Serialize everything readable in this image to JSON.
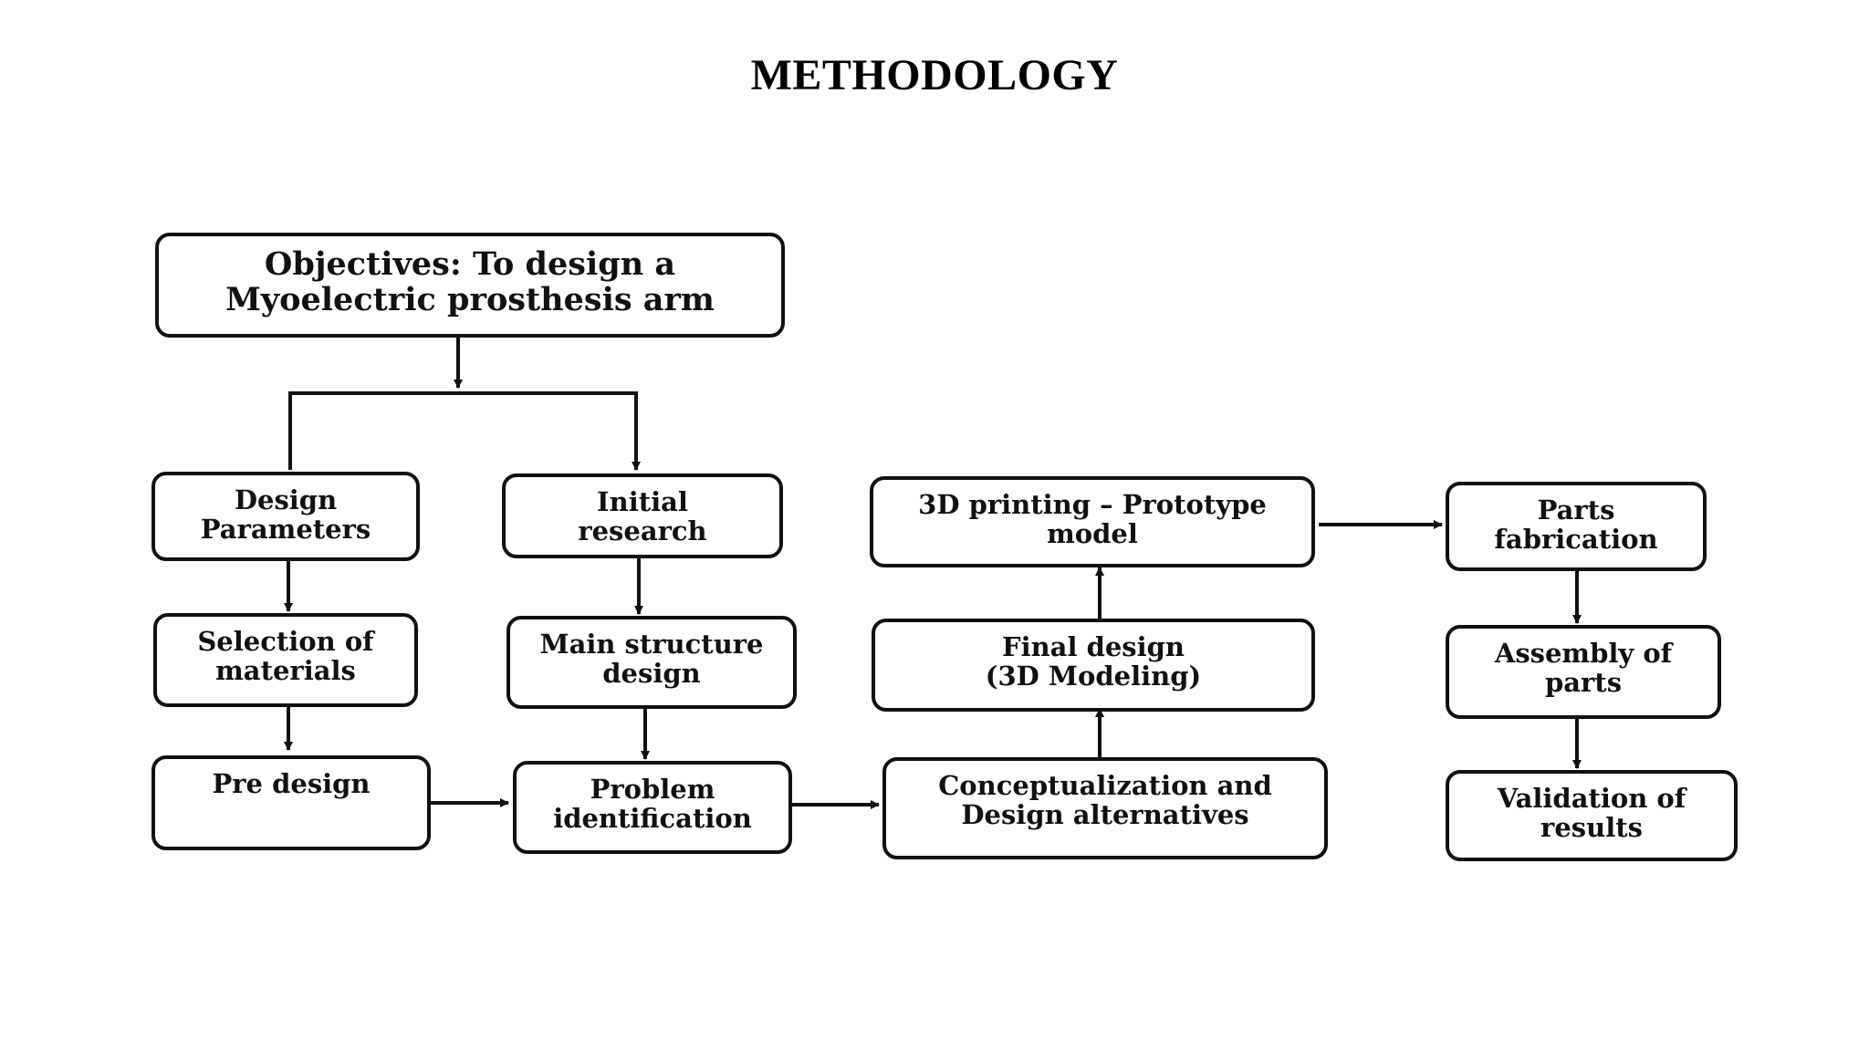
{
  "title": "METHODOLOGY",
  "nodes": {
    "objectives": [
      "Objectives: To design a",
      "Myoelectric prosthesis arm"
    ],
    "design_parameters": [
      "Design",
      "Parameters"
    ],
    "initial_research": [
      "Initial",
      "research"
    ],
    "selection_of_materials": [
      "Selection of",
      "materials"
    ],
    "main_structure_design": [
      "Main structure",
      "design"
    ],
    "pre_design": [
      "Pre design"
    ],
    "problem_identification": [
      "Problem",
      "identification"
    ],
    "conceptualization": [
      "Conceptualization and",
      "Design alternatives"
    ],
    "final_design": [
      "Final design",
      "(3D Modeling)"
    ],
    "printing_prototype": [
      "3D printing – Prototype",
      "model"
    ],
    "parts_fabrication": [
      "Parts",
      "fabrication"
    ],
    "assembly_of_parts": [
      "Assembly of",
      "parts"
    ],
    "validation_of_results": [
      "Validation of",
      "results"
    ]
  }
}
